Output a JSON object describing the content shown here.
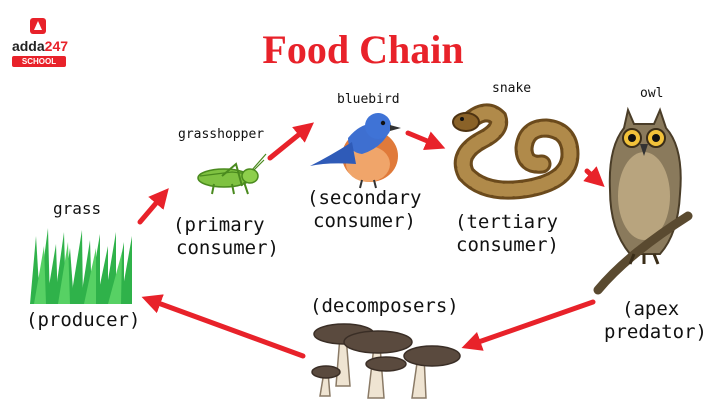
{
  "logo": {
    "brand_text": "adda",
    "brand_number": "247",
    "tagline": "SCHOOL"
  },
  "title": "Food Chain",
  "nodes": {
    "grass": {
      "name": "grass",
      "role": "(producer)"
    },
    "grasshopper": {
      "name": "grasshopper",
      "role_line1": "(primary",
      "role_line2": "consumer)"
    },
    "bluebird": {
      "name": "bluebird",
      "role_line1": "(secondary",
      "role_line2": "consumer)"
    },
    "snake": {
      "name": "snake",
      "role_line1": "(tertiary",
      "role_line2": "consumer)"
    },
    "owl": {
      "name": "owl",
      "role_line1": "(apex",
      "role_line2": "predator)"
    },
    "decomposers": {
      "role": "(decomposers)"
    }
  },
  "colors": {
    "title": "#e8222a",
    "arrow": "#e8222a",
    "text": "#111111"
  },
  "icons": [
    "grass-icon",
    "grasshopper-icon",
    "bluebird-icon",
    "snake-icon",
    "owl-icon",
    "mushrooms-icon",
    "arrow-icon"
  ]
}
